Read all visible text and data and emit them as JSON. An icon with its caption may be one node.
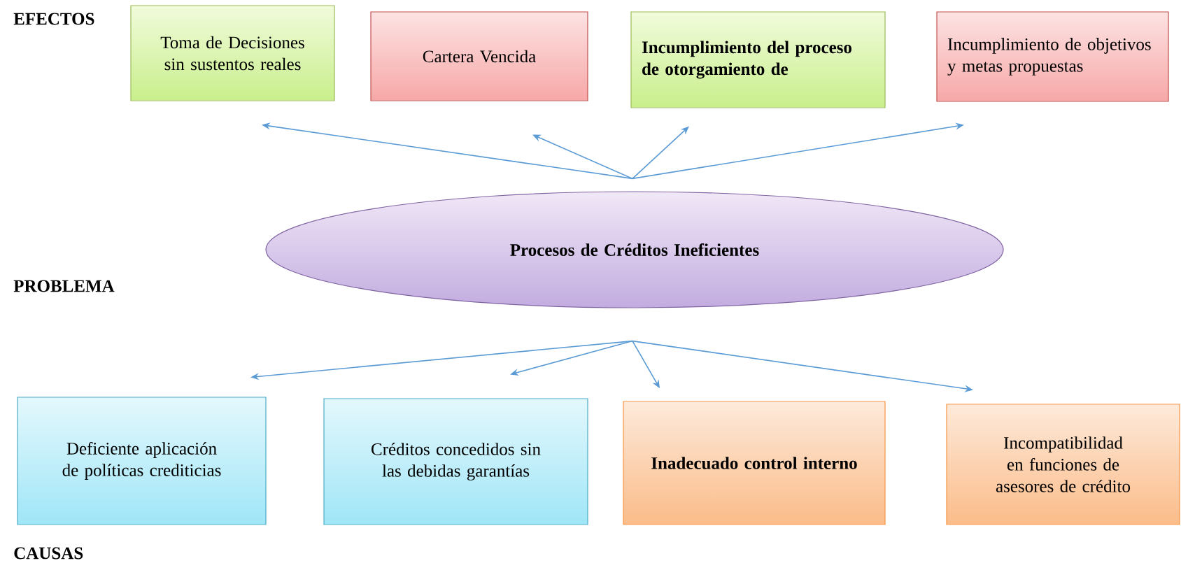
{
  "diagram": {
    "nodes": [
      {
        "text": [
          "Toma de Decisiones sin sustentos reales"
        ]
      },
      {
        "text": [
          "Cartera Vencida"
        ]
      },
      {
        "text": [
          "Incumplimiento del proceso de otorgamiento de"
        ]
      },
      {
        "text": [
          "Incumplimiento de objetivos y metas propuestas"
        ]
      },
      {
        "text": [
          "Procesos de Créditos Ineficientes"
        ]
      },
      {
        "text": [
          "Deficiente aplicación de políticas crediticias"
        ]
      },
      {
        "text": [
          "Créditos concedidos sin las debidas garantías"
        ]
      },
      {
        "text": [
          "Inadecuado control interno"
        ]
      },
      {
        "text": [
          "Incompatibilidad en funciones de asesores de crédito"
        ]
      }
    ],
    "edges": [
      {
        "from": 4,
        "to": 0,
        "arrow": "to"
      },
      {
        "from": 4,
        "to": 1,
        "arrow": "to"
      },
      {
        "from": 4,
        "to": 2,
        "arrow": "to"
      },
      {
        "from": 4,
        "to": 3,
        "arrow": "to"
      },
      {
        "from": 4,
        "to": 5,
        "arrow": "to"
      },
      {
        "from": 4,
        "to": 6,
        "arrow": "to"
      },
      {
        "from": 4,
        "to": 7,
        "arrow": "to"
      },
      {
        "from": 4,
        "to": 8,
        "arrow": "to"
      }
    ],
    "labels": [
      "EFECTOS",
      "PROBLEMA",
      "CAUSAS"
    ]
  }
}
